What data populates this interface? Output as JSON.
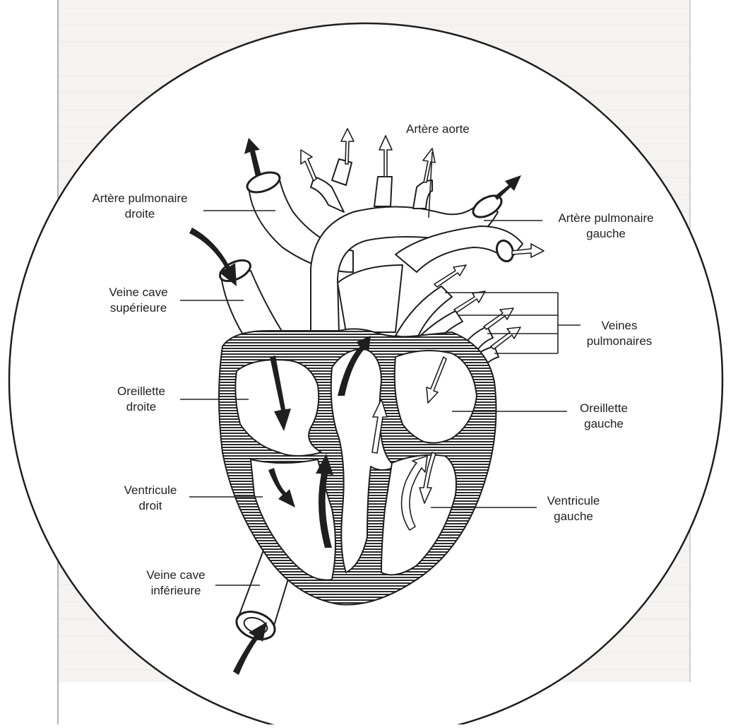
{
  "labels": {
    "arteria_aorta": "Artère aorte",
    "pulm_droite": [
      "Artère pulmonaire",
      "droite"
    ],
    "pulm_gauche": [
      "Artère pulmonaire",
      "gauche"
    ],
    "veine_cave_sup": [
      "Veine cave",
      "supérieure"
    ],
    "veines_pulmonaires": [
      "Veines",
      "pulmonaires"
    ],
    "oreillette_droite": [
      "Oreillette",
      "droite"
    ],
    "oreillette_gauche": [
      "Oreillette",
      "gauche"
    ],
    "ventricule_droit": [
      "Ventricule",
      "droit"
    ],
    "ventricule_gauche": [
      "Ventricule",
      "gauche"
    ],
    "veine_cave_inf": [
      "Veine cave",
      "inférieure"
    ]
  },
  "colors": {
    "background": "#ffffff",
    "page_tint": "#ecebe8",
    "ink": "#1f1f1f",
    "hatch": "#2b2b2b"
  }
}
